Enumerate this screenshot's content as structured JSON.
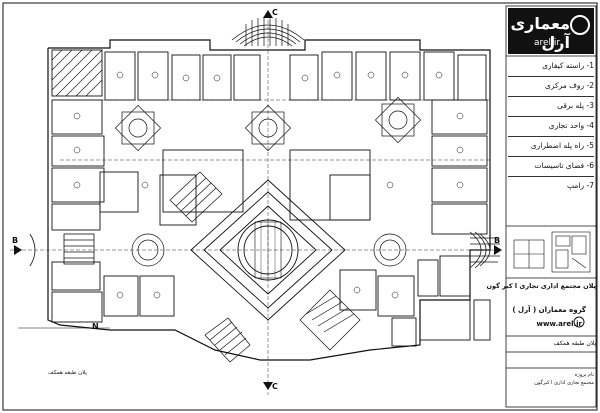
{
  "logo": {
    "brand": "معماری آرل",
    "site": "arel.ir"
  },
  "legend": {
    "items": [
      "1- راسته کیفاری",
      "2- روف مرکزی",
      "3- پله برقی",
      "4- واحد تجاری",
      "5- راه پله اضطراری",
      "6- فضای تاسیسات",
      "7- رامپ"
    ]
  },
  "title_block": {
    "project": "پلان مجتمع اداری تجاری ا کبر گون",
    "studio": "گروه معماران ( آرل )",
    "url": "www.arel.ir",
    "sheet_title": "پلان طبقه همکف"
  },
  "plan": {
    "caption": "پلان طبقه همکف",
    "axis_b_left": "B",
    "axis_b_right": "B",
    "axis_c_top": "C",
    "axis_c_bottom": "C",
    "north": "N"
  },
  "footer": {
    "line1": "نام پروژه",
    "line2": "مجتمع تجاری اداری ا کبرگون"
  }
}
